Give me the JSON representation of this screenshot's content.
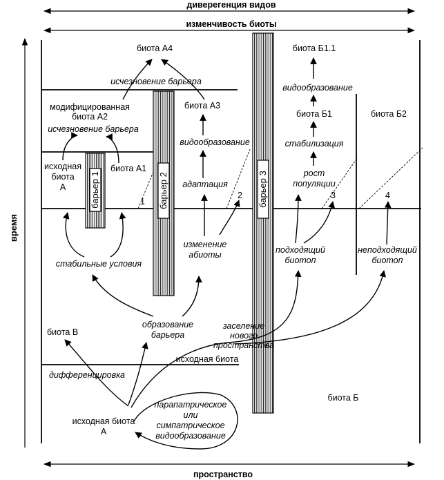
{
  "top_labels": {
    "divergence": "диверегенция видов",
    "variability": "изменчивость биоты"
  },
  "axes": {
    "time": "время",
    "space": "пространство"
  },
  "barriers": {
    "b1": "барьер 1",
    "b2": "барьер 2",
    "b3": "барьер 3"
  },
  "numbers": {
    "n1": "1",
    "n2": "2",
    "n3": "3",
    "n4": "4"
  },
  "left": {
    "biota_a4": "биота А4",
    "barrier_disappear_top": "исчезновение барьера",
    "modified_line1": "модифицированная",
    "modified_line2": "биота А2",
    "barrier_disappear_mid": "исчезновение барьера",
    "initial_line1": "исходная",
    "initial_line2": "биота",
    "initial_line3": "А",
    "biota_a1": "биота А1",
    "biota_a3": "биота А3",
    "speciation": "видообразование",
    "adaptation": "адаптация",
    "abiota_line1": "изменение",
    "abiota_line2": "абиоты",
    "stable": "стабильные условия",
    "biota_b": "биота В",
    "barrier_form_line1": "образование",
    "barrier_form_line2": "барьера",
    "initial_biota_line": "исходная биота",
    "differentiation": "дифференцировка",
    "bottom_initial_line1": "исходная биота",
    "bottom_initial_line2": "А",
    "parapatric_line1": "парапатрическое",
    "parapatric_line2": "или",
    "parapatric_line3": "симпатрическое",
    "parapatric_line4": "видообразование"
  },
  "right": {
    "biota_b11": "биота Б1.1",
    "speciation": "видообразование",
    "biota_b1": "биота Б1",
    "stabilization": "стабилизация",
    "growth_line1": "рост",
    "growth_line2": "популяции",
    "biota_b2": "биота Б2",
    "suitable_line1": "подходящий",
    "suitable_line2": "биотоп",
    "unsuitable_line1": "неподходящий",
    "unsuitable_line2": "биотоп",
    "settle_line1": "заселение",
    "settle_line2": "нового",
    "settle_line3": "пространства",
    "biota_b": "биота Б"
  }
}
